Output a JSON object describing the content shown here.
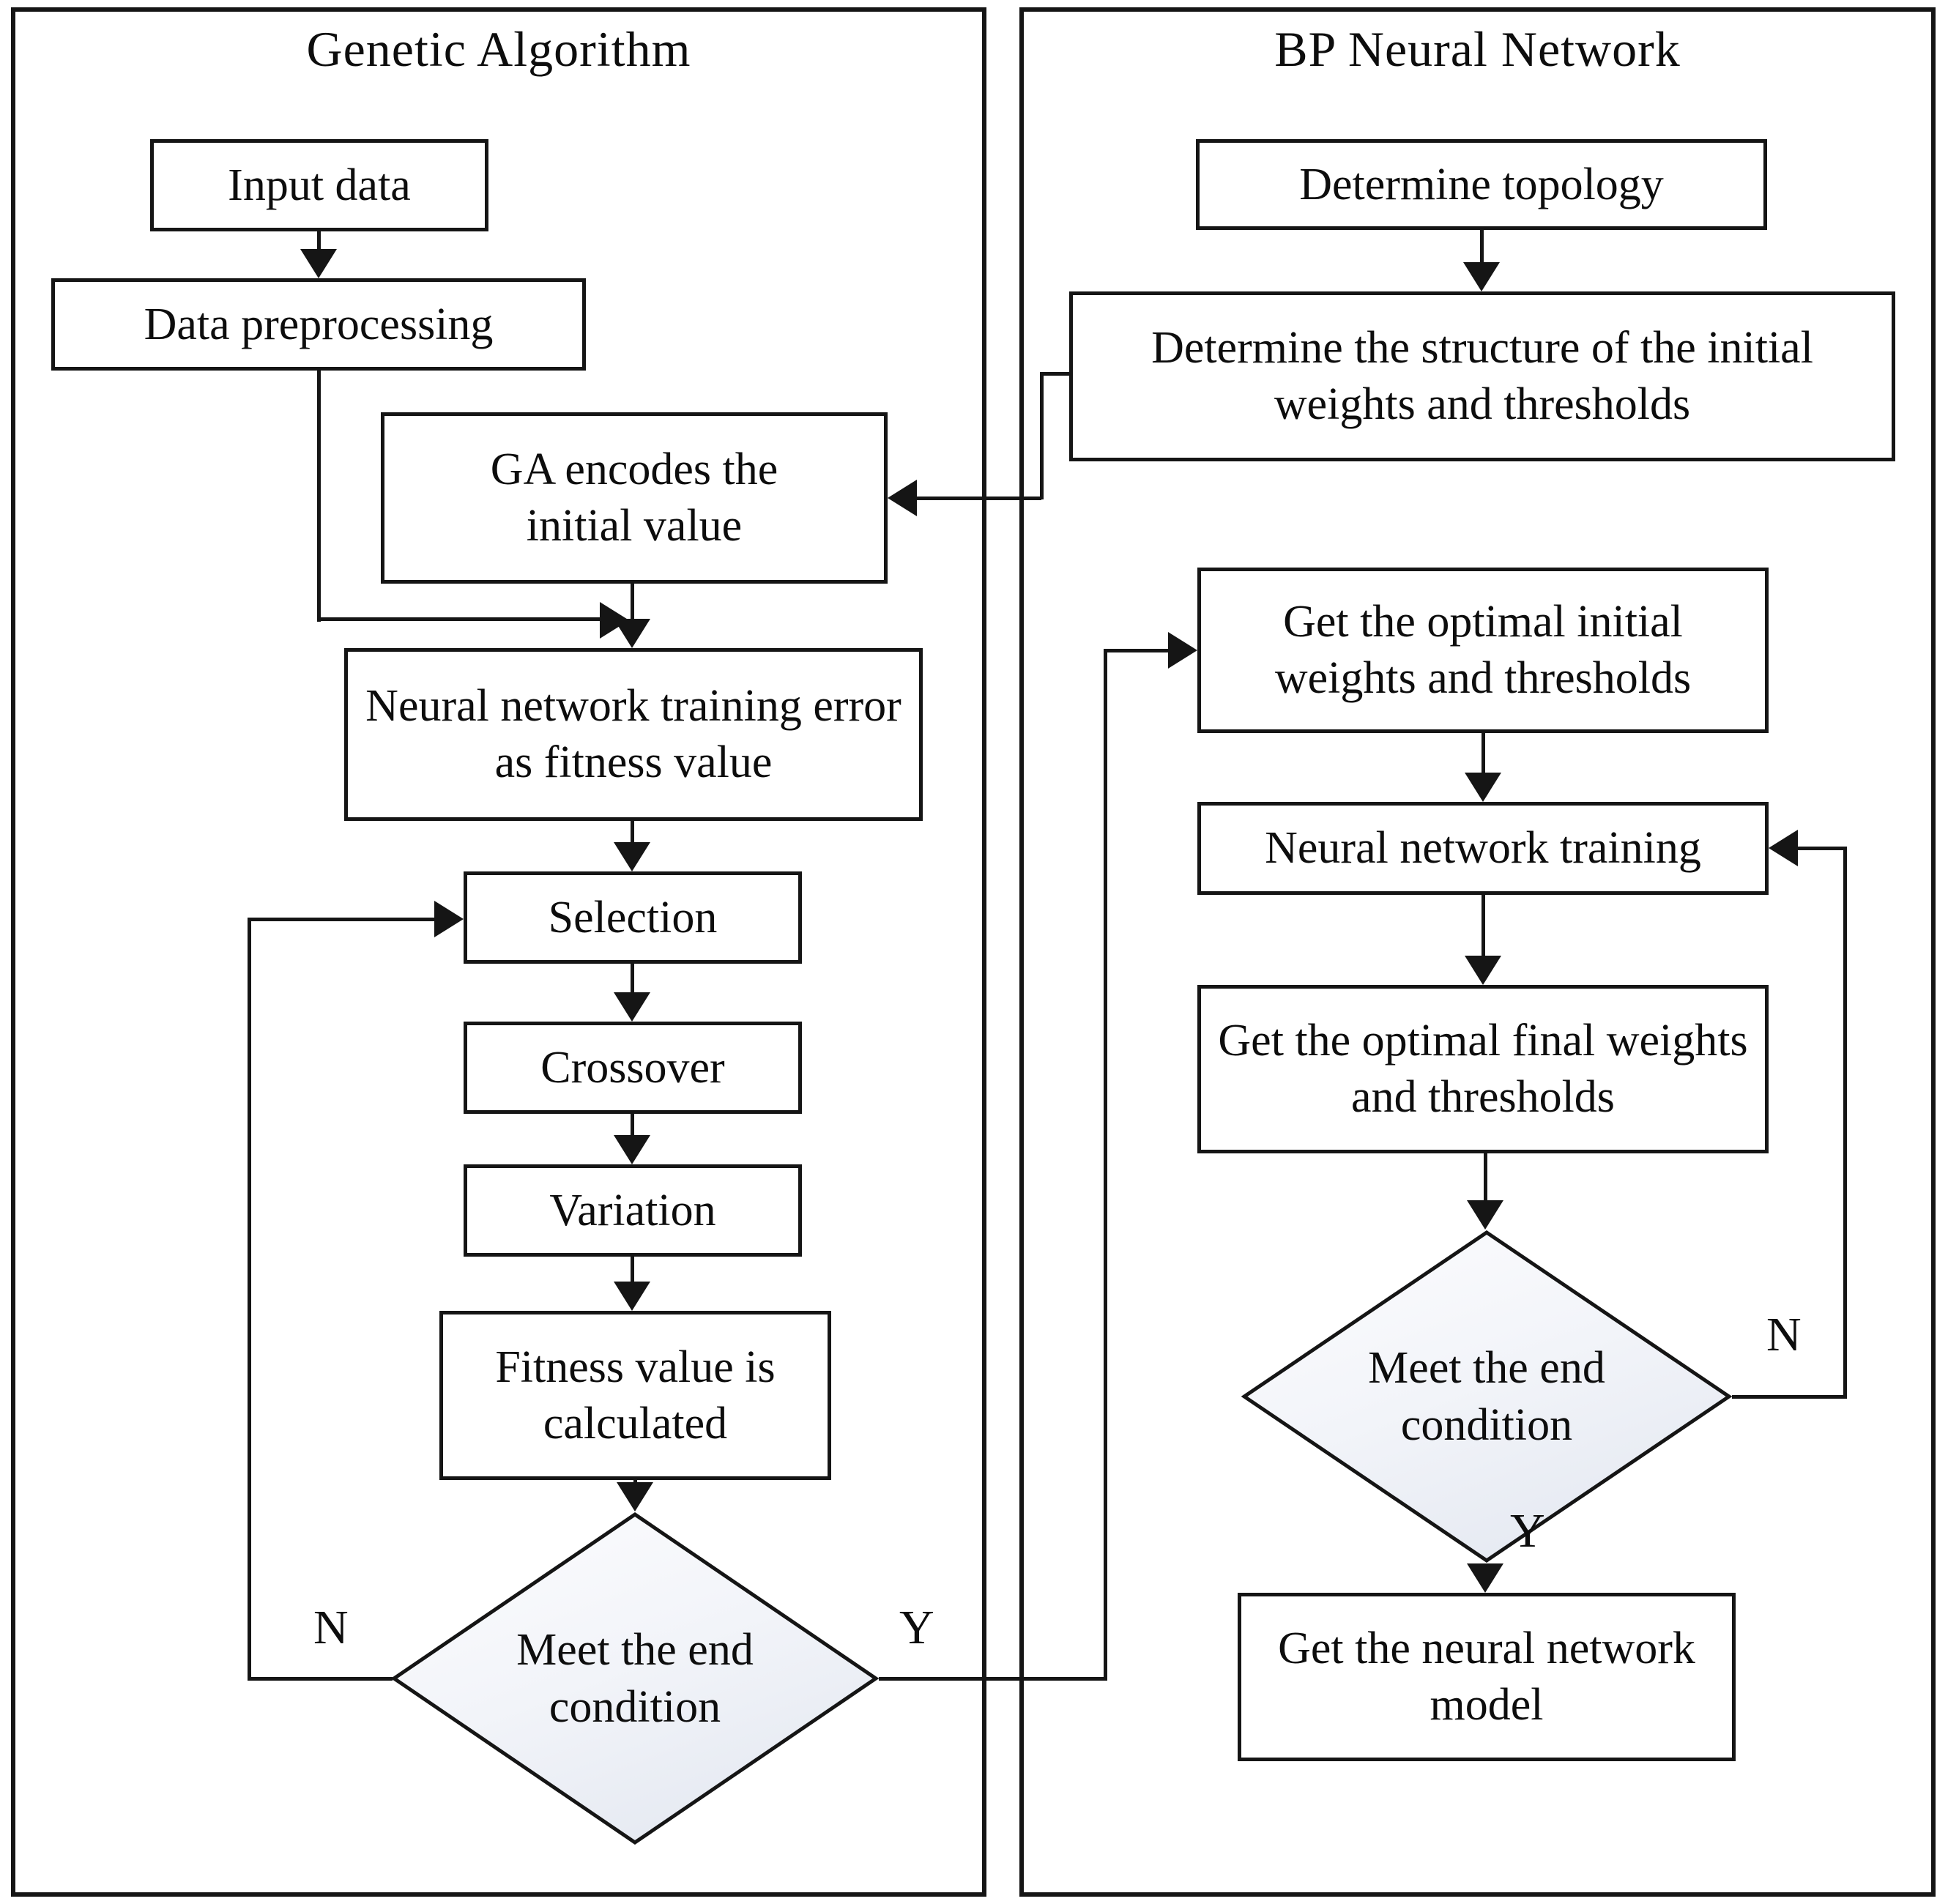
{
  "ga": {
    "title": "Genetic Algorithm",
    "input_data": "Input data",
    "preprocessing": "Data preprocessing",
    "encode": "GA encodes the initial value",
    "fitness_error": "Neural network training error as fitness value",
    "selection": "Selection",
    "crossover": "Crossover",
    "variation": "Variation",
    "fitness_calc": "Fitness value is calculated",
    "decision": "Meet the end condition",
    "no": "N",
    "yes": "Y"
  },
  "bp": {
    "title": "BP Neural Network",
    "topology": "Determine topology",
    "structure": "Determine the structure of the initial weights and thresholds",
    "optimal_initial": "Get the optimal initial weights and thresholds",
    "training": "Neural network training",
    "optimal_final": "Get the optimal final weights and thresholds",
    "decision": "Meet the end condition",
    "model": "Get the neural network model",
    "no": "N",
    "yes": "Y"
  },
  "colors": {
    "line": "#151515",
    "box_background": "#ffffff",
    "diamond_fill_top": "#fdfdfe",
    "diamond_fill_bottom": "#e6eaf2"
  }
}
